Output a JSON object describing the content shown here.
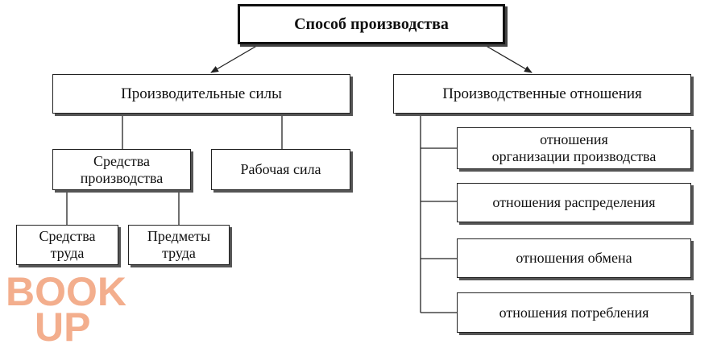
{
  "diagram": {
    "root": {
      "label": "Способ производства"
    },
    "productive_forces": {
      "label": "Производительные  силы",
      "means_of_production": {
        "label": "Средства\nпроизводства"
      },
      "labor_force": {
        "label": "Рабочая сила"
      },
      "means_of_labor": {
        "label": "Средства\nтруда"
      },
      "objects_of_labor": {
        "label": "Предметы\nтруда"
      }
    },
    "production_relations": {
      "label": "Производственные отношения",
      "items": [
        {
          "label": "отношения\nорганизации производства"
        },
        {
          "label": "отношения распределения"
        },
        {
          "label": "отношения обмена"
        },
        {
          "label": "отношения потребления"
        }
      ]
    }
  },
  "watermark": {
    "line1": "BOOK",
    "line2": "UP",
    "color": "#f2a07a"
  }
}
